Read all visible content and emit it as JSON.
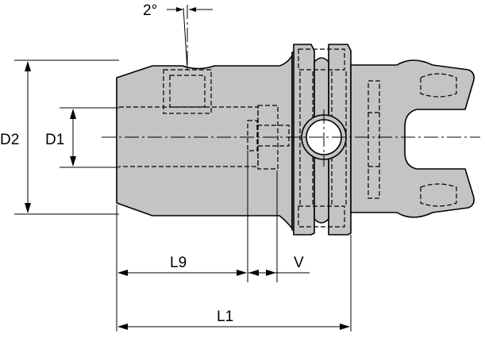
{
  "drawing": {
    "labels": {
      "angle": "2°",
      "d2": "D2",
      "d1": "D1",
      "l9": "L9",
      "v": "V",
      "l1": "L1"
    },
    "colors": {
      "body_fill": "#c4c4c4",
      "line": "#000000",
      "background": "#ffffff"
    }
  }
}
